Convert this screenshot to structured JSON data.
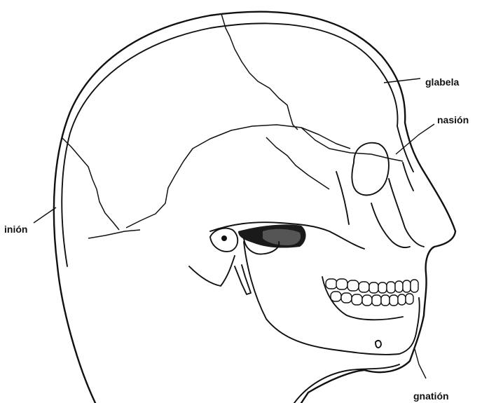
{
  "labels": {
    "glabela": "glabela",
    "nasion": "nasión",
    "inion": "inión",
    "gnation": "gnatión"
  }
}
